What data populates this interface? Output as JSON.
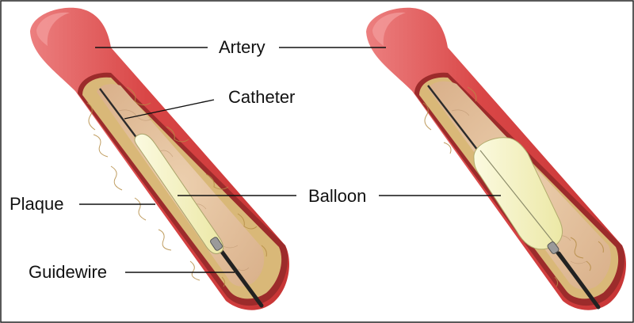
{
  "labels": {
    "artery": "Artery",
    "catheter": "Catheter",
    "balloon": "Balloon",
    "plaque": "Plaque",
    "guidewire": "Guidewire"
  },
  "colors": {
    "artery_outer": "#d43f3f",
    "artery_highlight": "#ee7e7e",
    "artery_rim": "#a52a2a",
    "plaque": "#d9b878",
    "plaque_fibers": "#b98f45",
    "lumen": "#e3c09e",
    "balloon_deflated": "#f5f2c6",
    "balloon_inflated": "#f5f2bd",
    "guidewire": "#333333",
    "catheter_tip": "#9a9a9a"
  },
  "panels": [
    {
      "name": "before-inflation",
      "balloon_state": "deflated"
    },
    {
      "name": "after-inflation",
      "balloon_state": "inflated"
    }
  ]
}
